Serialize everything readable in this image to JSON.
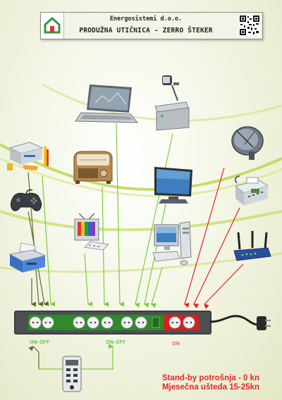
{
  "header": {
    "company": "Energosistemi d.o.o.",
    "product": "PRODUŽNA UTIČNICA - ZERRO  ŠTEKER"
  },
  "strip_labels": {
    "left": "ON-OFF",
    "middle": "ON-OFF",
    "right": "ON"
  },
  "footer": {
    "line1": "Stand-by  potrošnja  -  0 kn",
    "line2": "Mjesečna  ušteda 15-25kn"
  },
  "colors": {
    "green_arrow": "#7dcc3a",
    "red_arrow": "#e32222",
    "dark_arrow": "#5a6b2e",
    "strip_green": "#2e8a2a",
    "strip_red": "#d62020",
    "footer_text": "#e8252b"
  },
  "devices": [
    "laptop-icon",
    "projector-icon",
    "printer-icon",
    "radio-icon",
    "satellite-dish-icon",
    "lcd-tv-icon",
    "fax-icon",
    "gamepad-icon",
    "crt-tv-icon",
    "desktop-pc-icon",
    "router-icon",
    "inkjet-printer-icon",
    "remote-icon",
    "plug-icon",
    "logo-house-icon",
    "qr-code-icon"
  ]
}
